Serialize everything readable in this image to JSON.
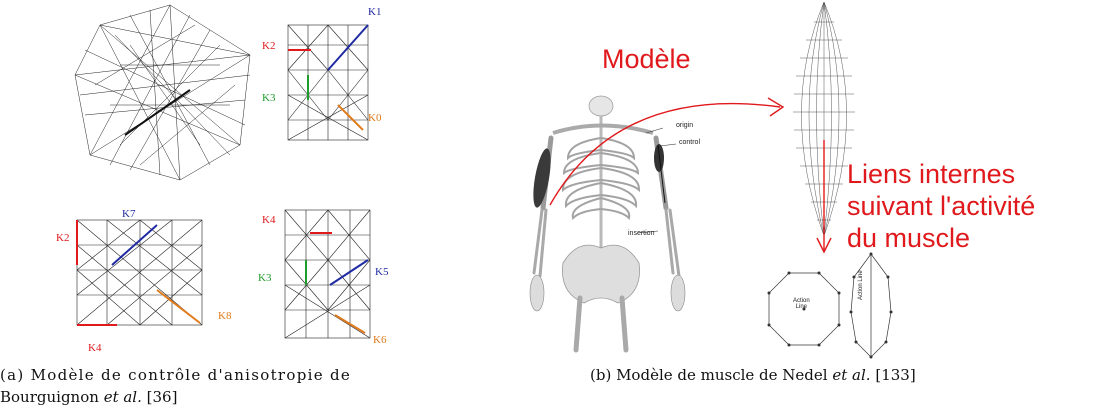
{
  "panel_a": {
    "caption_prefix": "(a) Modèle de contrôle d'anisotropie de",
    "caption_line2_start": "Bourguignon",
    "caption_etal": "et al.",
    "caption_ref": "[36]",
    "cube_labels": {
      "k1": "K1",
      "k2": "K2",
      "k3": "K3",
      "k0": "K0",
      "k7": "K7",
      "k2b": "K2",
      "k8": "K8",
      "k4": "K4",
      "k4b": "K4",
      "k3b": "K3",
      "k5": "K5",
      "k6": "K6"
    }
  },
  "panel_b": {
    "caption_prefix": "(b) Modèle de muscle de Nedel",
    "caption_etal": "et al.",
    "caption_ref": "[133]",
    "title": "Modèle",
    "note_line1": "Liens internes",
    "note_line2": "suivant l'activité",
    "note_line3": "du muscle",
    "ann_origin": "origin",
    "ann_control": "control",
    "ann_insertion": "insertion",
    "ann_action_line_1": "Action\nLine",
    "ann_action_line_2": "Action Line"
  },
  "colors": {
    "red": "#e0191c",
    "blue": "#1f2aa3",
    "green": "#1f9d2a",
    "orange": "#e07a1a"
  }
}
